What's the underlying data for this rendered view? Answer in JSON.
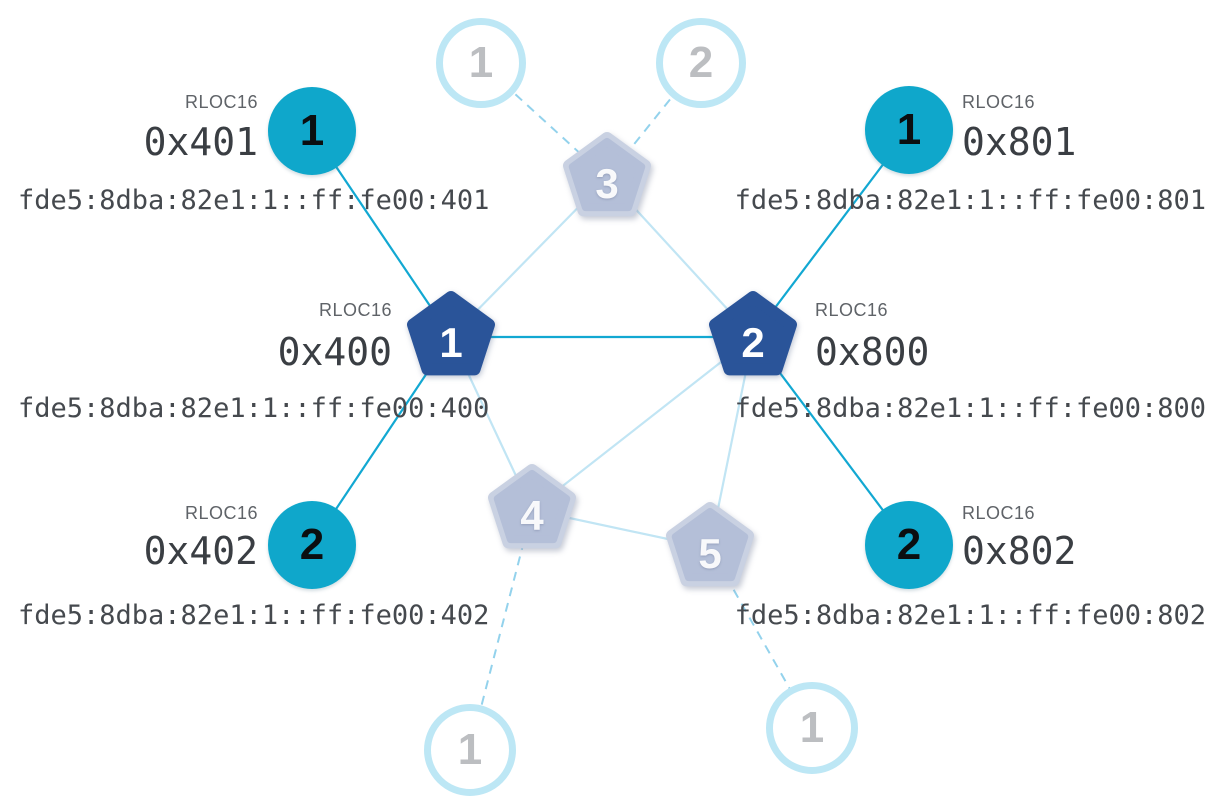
{
  "diagram": {
    "kind": "thread-network-topology",
    "colors": {
      "router_active": "#2a5499",
      "router_inactive": "#b4bfd8",
      "child": "#0fa7cb",
      "faded_circle_border": "#bde7f5",
      "link_strong": "#12a8d2",
      "link_weak": "#c1e5f4",
      "link_dashed": "#93d2ec",
      "label_title": "#5f6368",
      "label_value": "#3a3e43",
      "label_ipv6": "#45494e"
    },
    "nodes": {
      "router_1": {
        "label": "1",
        "rloc_title": "RLOC16",
        "rloc": "0x400",
        "ipv6": "fde5:8dba:82e1:1::ff:fe00:400"
      },
      "router_2": {
        "label": "2",
        "rloc_title": "RLOC16",
        "rloc": "0x800",
        "ipv6": "fde5:8dba:82e1:1::ff:fe00:800"
      },
      "router_3": {
        "label": "3"
      },
      "router_4": {
        "label": "4"
      },
      "router_5": {
        "label": "5"
      },
      "child_1_left": {
        "label": "1",
        "rloc_title": "RLOC16",
        "rloc": "0x401",
        "ipv6": "fde5:8dba:82e1:1::ff:fe00:401"
      },
      "child_2_left": {
        "label": "2",
        "rloc_title": "RLOC16",
        "rloc": "0x402",
        "ipv6": "fde5:8dba:82e1:1::ff:fe00:402"
      },
      "child_1_right": {
        "label": "1",
        "rloc_title": "RLOC16",
        "rloc": "0x801",
        "ipv6": "fde5:8dba:82e1:1::ff:fe00:801"
      },
      "child_2_right": {
        "label": "2",
        "rloc_title": "RLOC16",
        "rloc": "0x802",
        "ipv6": "fde5:8dba:82e1:1::ff:fe00:802"
      },
      "faded_top_1": {
        "label": "1"
      },
      "faded_top_2": {
        "label": "2"
      },
      "faded_bottom_left": {
        "label": "1"
      },
      "faded_bottom_right": {
        "label": "1"
      }
    }
  }
}
